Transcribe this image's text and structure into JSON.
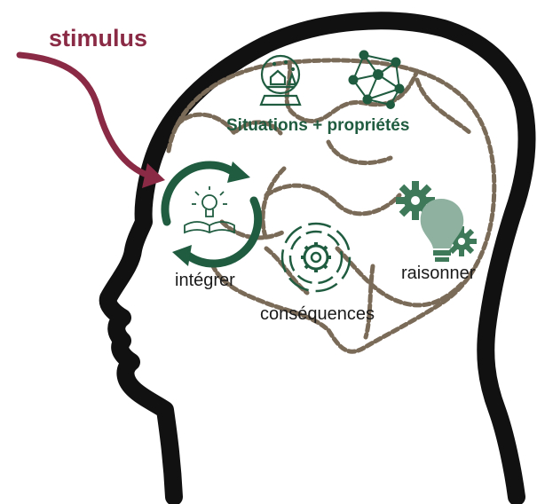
{
  "labels": {
    "stimulus": "stimulus",
    "situations": "Situations + propriétés",
    "integrer": "intégrer",
    "consequences": "conséquences",
    "raisonner": "raisonner"
  },
  "icons": {
    "snow_globe": "snow-globe-icon",
    "network": "network-graph-icon",
    "integrate": "lightbulb-book-cycle-icon",
    "consequences": "gear-target-icon",
    "reasoning": "gears-lightbulb-icon"
  },
  "colors": {
    "stimulus": "#8a2a45",
    "icons": "#1f5c40",
    "head_outline": "#111111",
    "brain_outline": "#7a6a58",
    "text": "#1a1a1a"
  }
}
